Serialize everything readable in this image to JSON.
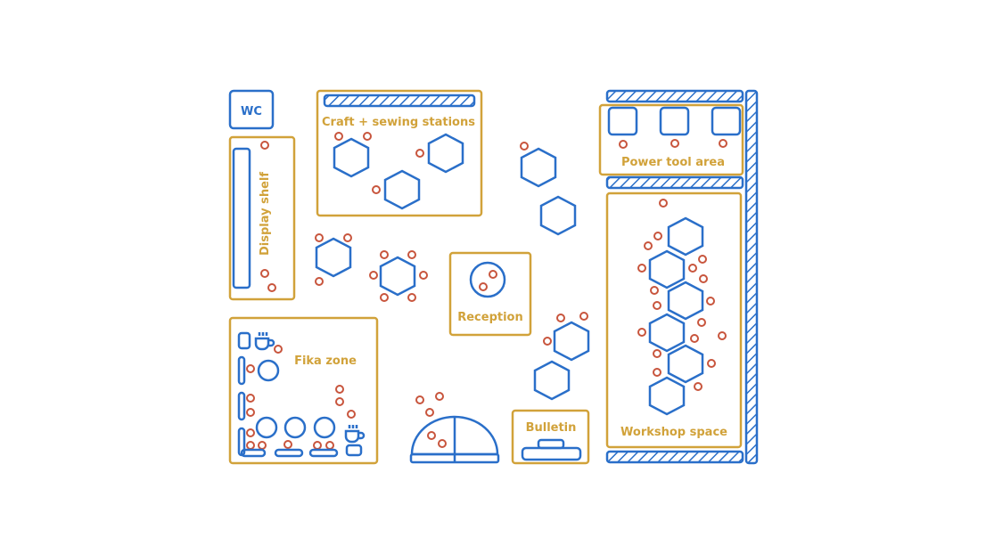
{
  "labels": {
    "wc": "WC",
    "display_shelf": "Display shelf",
    "craft": "Craft + sewing stations",
    "power_tool": "Power tool area",
    "reception": "Reception",
    "fika": "Fika zone",
    "bulletin": "Bulletin",
    "workshop": "Workshop space"
  },
  "colors": {
    "furniture": "#2a6fc9",
    "zone": "#d1a23a",
    "seat": "#c8553d"
  },
  "icons": {
    "coffee": "coffee-cup-icon"
  }
}
